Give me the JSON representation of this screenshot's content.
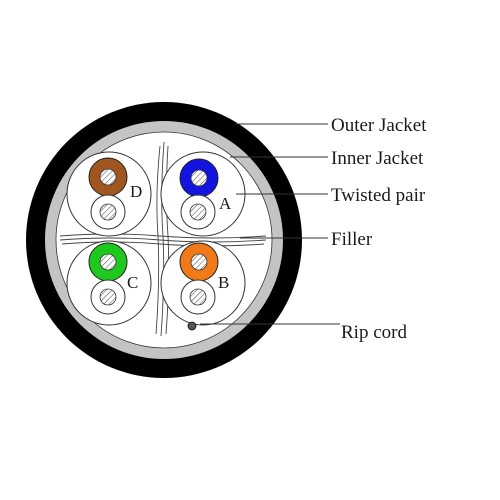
{
  "callouts": {
    "outer_jacket": "Outer Jacket",
    "inner_jacket": "Inner Jacket",
    "twisted_pair": "Twisted pair",
    "filler": "Filler",
    "rip_cord": "Rip cord"
  },
  "pairs": {
    "a": {
      "letter": "A",
      "color": "#1414e0"
    },
    "b": {
      "letter": "B",
      "color": "#f07a18"
    },
    "c": {
      "letter": "C",
      "color": "#1ec81e"
    },
    "d": {
      "letter": "D",
      "color": "#a0561e"
    }
  },
  "colors": {
    "outer_jacket": "#000000",
    "inner_jacket": "#c4c4c4",
    "cable_core": "#ffffff"
  }
}
